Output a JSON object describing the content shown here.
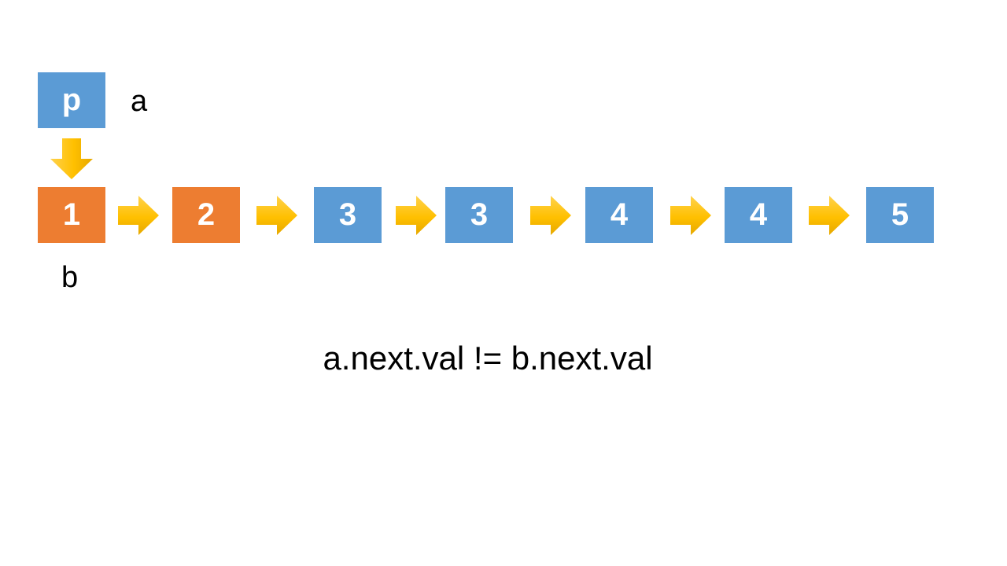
{
  "pointer": {
    "label": "p",
    "color": "#5b9bd5"
  },
  "var_a": "a",
  "var_b": "b",
  "nodes": [
    {
      "value": "1",
      "color": "#ed7d31"
    },
    {
      "value": "2",
      "color": "#ed7d31"
    },
    {
      "value": "3",
      "color": "#5b9bd5"
    },
    {
      "value": "3",
      "color": "#5b9bd5"
    },
    {
      "value": "4",
      "color": "#5b9bd5"
    },
    {
      "value": "4",
      "color": "#5b9bd5"
    },
    {
      "value": "5",
      "color": "#5b9bd5"
    }
  ],
  "arrow_color": "#ffc000",
  "expression": "a.next.val != b.next.val"
}
